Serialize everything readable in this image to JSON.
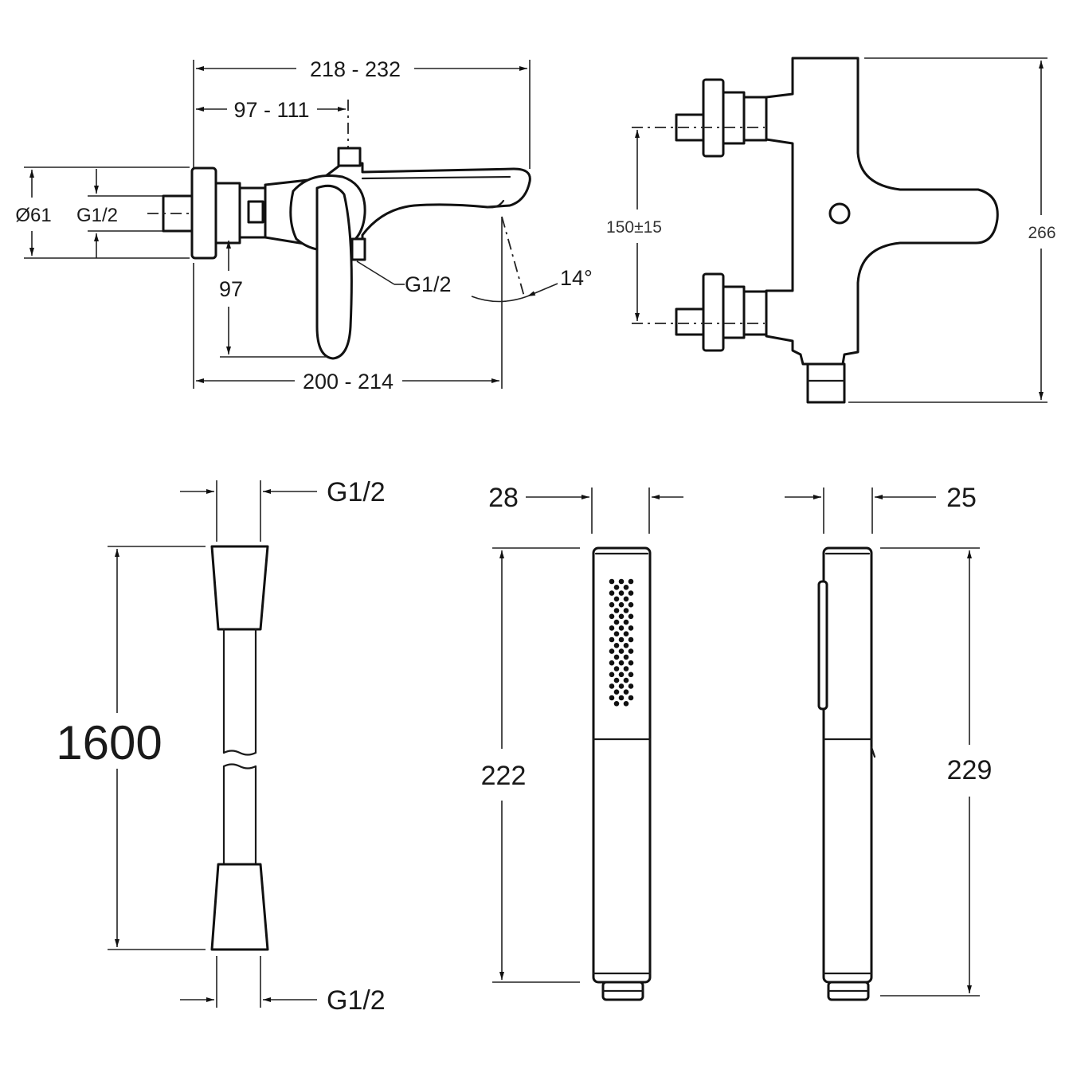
{
  "dimensions": {
    "mixer_overall_length": "218 - 232",
    "mixer_to_axis": "97 - 111",
    "flange_diameter": "Ø61",
    "inlet_thread": "G1/2",
    "handle_height": "97",
    "outlet_thread": "G1/2",
    "spout_angle": "14°",
    "spout_reach": "200 - 214",
    "inlet_spacing": "150±15",
    "mixer_height": "266",
    "hose_top_thread": "G1/2",
    "hose_length": "1600",
    "hose_bottom_thread": "G1/2",
    "handshower_front_width": "28",
    "handshower_front_length": "222",
    "handshower_side_width": "25",
    "handshower_side_length": "229"
  }
}
